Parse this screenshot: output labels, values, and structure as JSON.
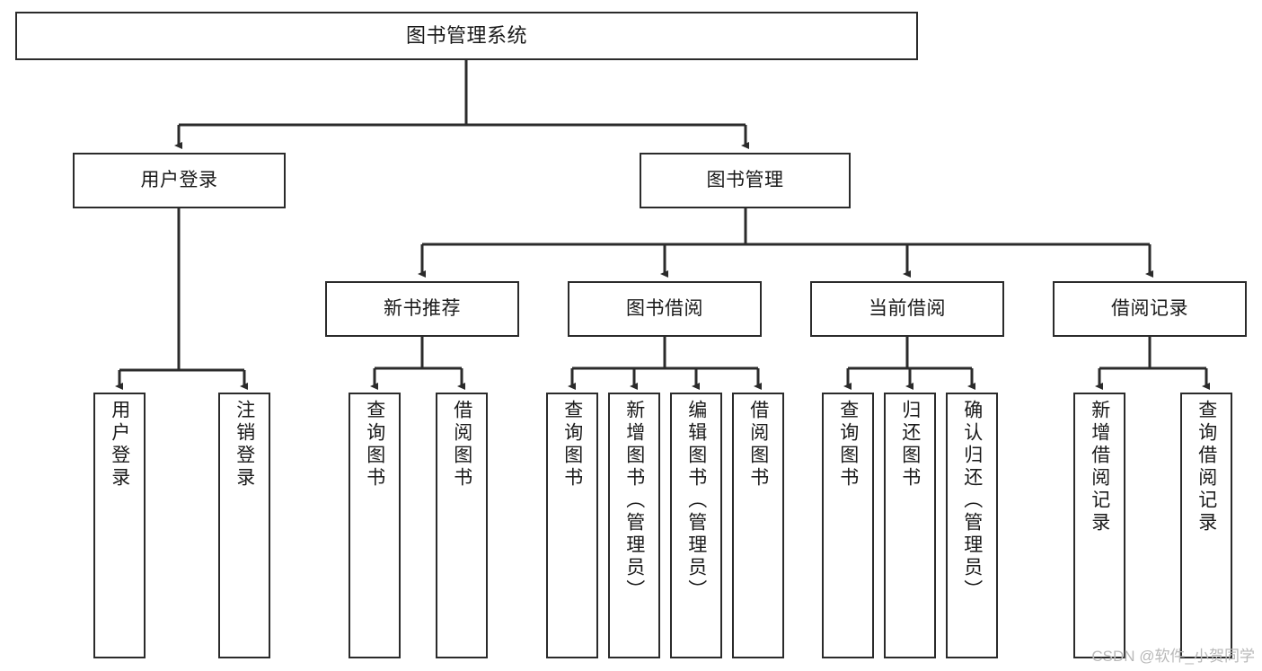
{
  "diagram": {
    "title": "图书管理系统",
    "type": "tree-hierarchy-chart",
    "root": {
      "id": "root",
      "label": "图书管理系统"
    },
    "level2": [
      {
        "id": "user-login",
        "label": "用户登录"
      },
      {
        "id": "book-manage",
        "label": "图书管理"
      }
    ],
    "level3": [
      {
        "id": "new-book-rec",
        "label": "新书推荐"
      },
      {
        "id": "book-borrow",
        "label": "图书借阅"
      },
      {
        "id": "current-borrow",
        "label": "当前借阅"
      },
      {
        "id": "borrow-record",
        "label": "借阅记录"
      }
    ],
    "leaves": {
      "user_login": [
        {
          "id": "leaf-user-login",
          "label": "用户登录"
        },
        {
          "id": "leaf-logout-login",
          "label": "注销登录"
        }
      ],
      "new_book_rec": [
        {
          "id": "leaf-query-book-1",
          "label": "查询图书"
        },
        {
          "id": "leaf-borrow-book-1",
          "label": "借阅图书"
        }
      ],
      "book_borrow": [
        {
          "id": "leaf-query-book-2",
          "label": "查询图书"
        },
        {
          "id": "leaf-add-book",
          "label": "新增图书（管理员）"
        },
        {
          "id": "leaf-edit-book",
          "label": "编辑图书（管理员）"
        },
        {
          "id": "leaf-borrow-book-2",
          "label": "借阅图书"
        }
      ],
      "current_borrow": [
        {
          "id": "leaf-query-book-3",
          "label": "查询图书"
        },
        {
          "id": "leaf-return-book",
          "label": "归还图书"
        },
        {
          "id": "leaf-confirm-return",
          "label": "确认归还（管理员）"
        }
      ],
      "borrow_record": [
        {
          "id": "leaf-add-record",
          "label": "新增借阅记录"
        },
        {
          "id": "leaf-query-record",
          "label": "查询借阅记录"
        }
      ]
    }
  },
  "watermark": {
    "text": "CSDN @软件_小贺同学"
  },
  "colors": {
    "stroke": "#2b2b2b",
    "fill": "#ffffff",
    "text": "#1a1a1a",
    "watermark": "#b9b9b9"
  }
}
